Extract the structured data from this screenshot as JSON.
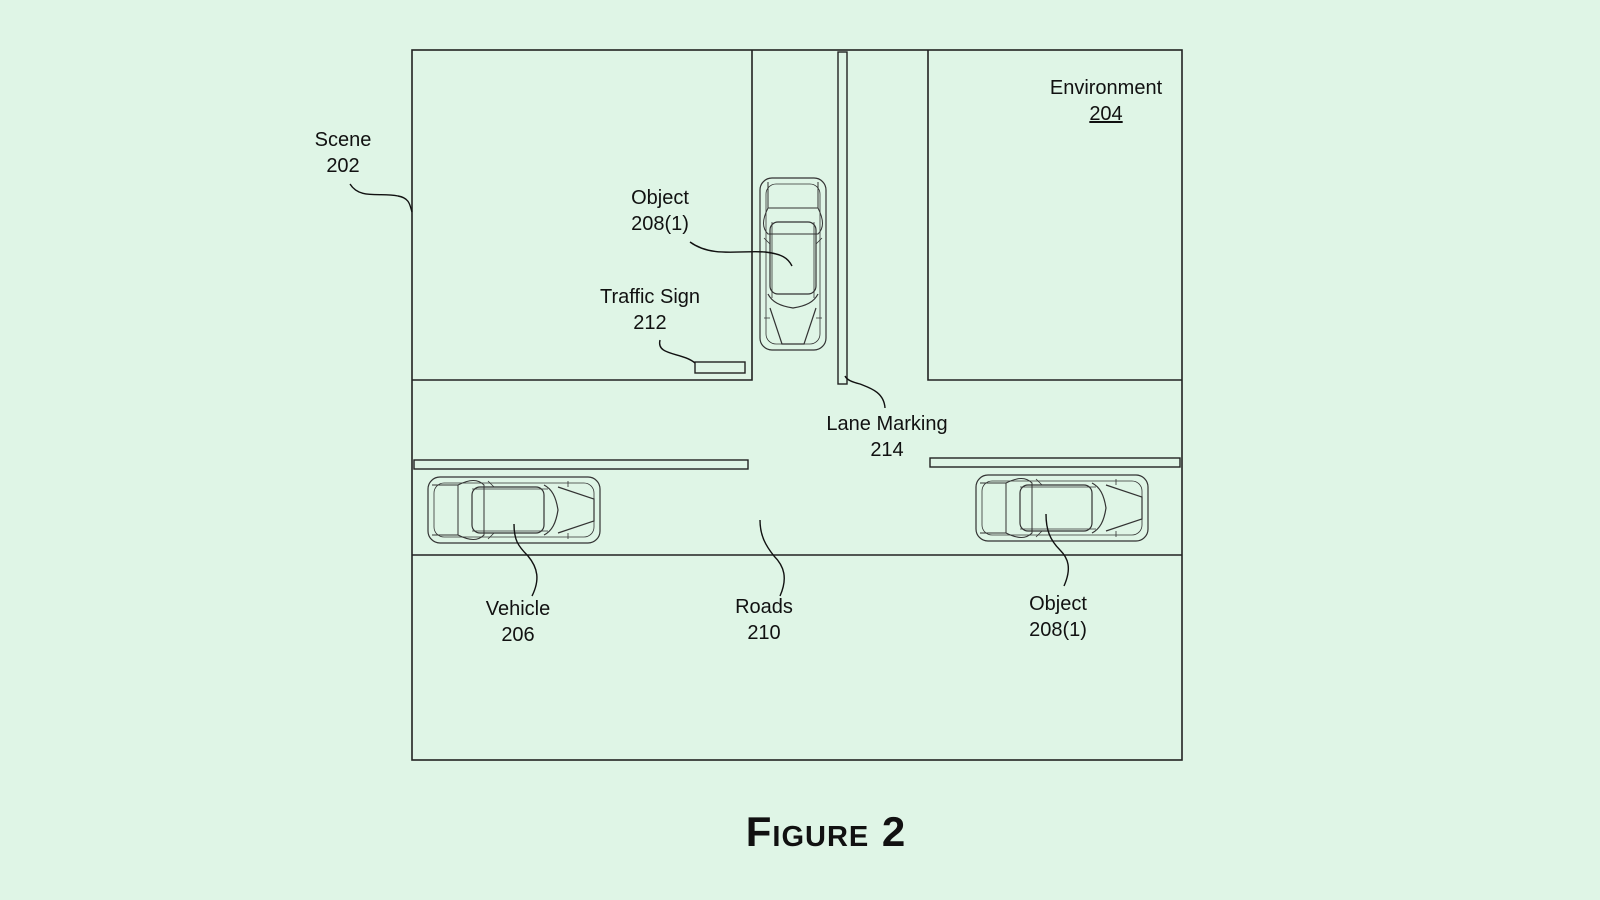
{
  "figure": {
    "caption": "Figure 2"
  },
  "labels": {
    "scene": {
      "name": "Scene",
      "number": "202"
    },
    "environment": {
      "name": "Environment",
      "number": "204"
    },
    "object_top": {
      "name": "Object",
      "number": "208(1)"
    },
    "traffic_sign": {
      "name": "Traffic Sign",
      "number": "212"
    },
    "lane_marking": {
      "name": "Lane Marking",
      "number": "214"
    },
    "vehicle": {
      "name": "Vehicle",
      "number": "206"
    },
    "roads": {
      "name": "Roads",
      "number": "210"
    },
    "object_right": {
      "name": "Object",
      "number": "208(1)"
    }
  },
  "colors": {
    "background": "#dff5e6",
    "line": "#222222"
  }
}
